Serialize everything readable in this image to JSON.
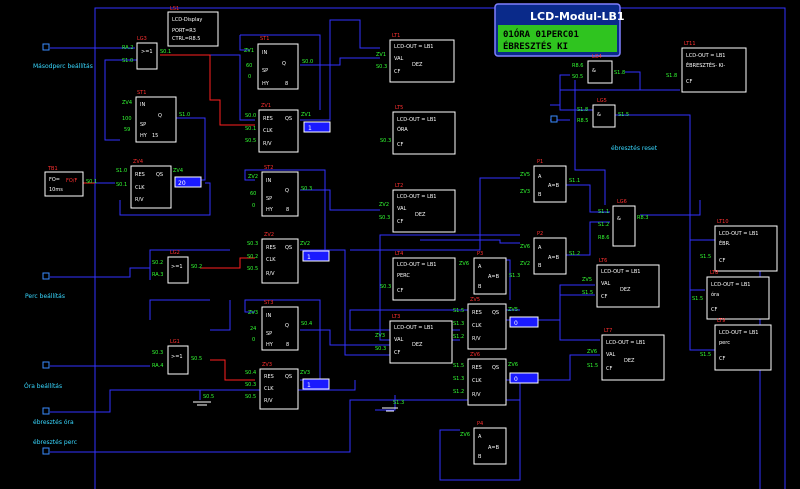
{
  "lcd_module": {
    "title": "LCD-Modul-LB1",
    "row1": "01ÓRA 01PERC01",
    "row2": "ÉBRESZTÉS KI"
  },
  "inputs": [
    {
      "id": "in-masodperc",
      "label": "Másodperc beállítás"
    },
    {
      "id": "in-perc",
      "label": "Perc beállítás"
    },
    {
      "id": "in-ora",
      "label": "Óra beállítás"
    },
    {
      "id": "in-ebr-ora",
      "label": "ébresztés óra"
    },
    {
      "id": "in-ebr-perc",
      "label": "ébresztés perc"
    },
    {
      "id": "in-ebr-reset",
      "label": "ébresztés reset"
    }
  ],
  "blocks": {
    "ls1": {
      "tag": "LS1",
      "line1": "LCD-Display",
      "line2": "PORT=R3",
      "line3": "CTRL=R8.5"
    },
    "tb1": {
      "tag": "TB1",
      "line1": "FO=",
      "line2": "10ms",
      "out": "S0.1",
      "pin": "FO/F"
    },
    "lg3": {
      "tag": "LG3",
      "op": ">=1",
      "in1": "RA.2",
      "in2": "S1.0",
      "out": "S0.1"
    },
    "lg2": {
      "tag": "LG2",
      "op": ">=1",
      "in1": "S0.2",
      "in2": "RA.3",
      "out": "S0.2"
    },
    "lg1": {
      "tag": "LG1",
      "op": ">=1",
      "in1": "S0.3",
      "in2": "RA.4",
      "out": "S0.5"
    },
    "lg4": {
      "tag": "LG4",
      "op": "&",
      "in1": "R8.6",
      "in2": "S0.5",
      "out": "S1.8"
    },
    "lg5": {
      "tag": "LG5",
      "op": "&",
      "in1": "S1.8",
      "in2": "R8.5",
      "out": "S1.5"
    },
    "lg6": {
      "tag": "LG6",
      "op": "&",
      "in1": "S1.1",
      "in2": "S1.2",
      "in3": "R8.6",
      "out": "R8.3"
    },
    "st1": {
      "tag": "ST1",
      "in": "IN",
      "q": "Q",
      "sp": "SP",
      "hy": "HY",
      "hyval": "15",
      "inp": "ZV4",
      "o": "S1.0",
      "v1": "100",
      "v2": "59"
    },
    "st2": {
      "tag": "ST1",
      "in": "IN",
      "q": "Q",
      "sp": "SP",
      "hy": "HY",
      "hyval": "8",
      "inp": "ZV1",
      "o": "S0.0",
      "v1": "60",
      "v2": "0"
    },
    "st3": {
      "tag": "ST2",
      "in": "IN",
      "q": "Q",
      "sp": "SP",
      "hy": "HY",
      "hyval": "8",
      "inp": "ZV2",
      "o": "S0.3",
      "v1": "60",
      "v2": "0"
    },
    "st4": {
      "tag": "ST3",
      "in": "IN",
      "q": "Q",
      "sp": "SP",
      "hy": "HY",
      "hyval": "8",
      "inp": "ZV3",
      "o": "S0.4",
      "v1": "24",
      "v2": "0"
    },
    "zv4": {
      "tag": "ZV4",
      "res": "RES",
      "qs": "QS",
      "clk": "CLK",
      "rv": "R/V",
      "r": "S1.0",
      "c": "S0.1",
      "o": "ZV4",
      "val": "20"
    },
    "zv1": {
      "tag": "ZV1",
      "res": "RES",
      "qs": "QS",
      "clk": "CLK",
      "rv": "R/V",
      "r": "S0.0",
      "c": "S0.1",
      "v": "S0.5",
      "o": "ZV1",
      "val": "1"
    },
    "zv2": {
      "tag": "ZV2",
      "res": "RES",
      "qs": "QS",
      "clk": "CLK",
      "rv": "R/V",
      "r": "S0.3",
      "c": "S0.2",
      "v": "S0.5",
      "o": "ZV2",
      "val": "1"
    },
    "zv3": {
      "tag": "ZV3",
      "res": "RES",
      "qs": "QS",
      "clk": "CLK",
      "rv": "R/V",
      "r": "S0.4",
      "c": "S0.3",
      "v": "S0.5",
      "o": "ZV3",
      "val": "1"
    },
    "zv5": {
      "tag": "ZV5",
      "res": "RES",
      "qs": "QS",
      "clk": "CLK",
      "rv": "R/V",
      "r": "S1.5",
      "c": "S1.3",
      "v": "S1.2",
      "o": "ZV5",
      "val": "0"
    },
    "zv6": {
      "tag": "ZV6",
      "res": "RES",
      "qs": "QS",
      "clk": "CLK",
      "rv": "R/V",
      "r": "S1.5",
      "c": "S1.3",
      "v": "S1.2",
      "o": "ZV6",
      "val": "0"
    },
    "p1": {
      "tag": "P1",
      "a": "A",
      "b": "B",
      "eq": "A=B",
      "ia": "ZV5",
      "ib": "ZV3",
      "o": "S1.1"
    },
    "p2": {
      "tag": "P2",
      "a": "A",
      "b": "B",
      "eq": "A=B",
      "ia": "ZV6",
      "ib": "ZV2",
      "o": "S1.2"
    },
    "p3": {
      "tag": "P3",
      "a": "A",
      "b": "B",
      "eq": "A=B",
      "ia": "ZV6",
      "o": "S1.3"
    },
    "p4": {
      "tag": "P4",
      "a": "A",
      "b": "B",
      "eq": "A=B",
      "ia": "ZV6"
    },
    "lt1": {
      "tag": "LT1",
      "head": "LCD-OUT = LB1",
      "val": "VAL",
      "cf": "CF",
      "mode": "DEZ",
      "i1": "ZV1",
      "i2": "S0.3"
    },
    "lt2": {
      "tag": "LT2",
      "head": "LCD-OUT = LB1",
      "val": "VAL",
      "cf": "CF",
      "mode": "DEZ",
      "i1": "ZV2",
      "i2": "S0.3"
    },
    "lt3": {
      "tag": "LT3",
      "head": "LCD-OUT = LB1",
      "val": "VAL",
      "cf": "CF",
      "mode": "DEZ",
      "i1": "ZV3",
      "i2": "S0.3"
    },
    "lt4": {
      "tag": "LT4",
      "head": "LCD-OUT = LB1",
      "text": "PERC",
      "cf": "CF",
      "i2": "S0.3"
    },
    "lt5": {
      "tag": "LT5",
      "head": "LCD-OUT = LB1",
      "text": "ÓRA",
      "cf": "CF",
      "i2": "S0.3"
    },
    "lt6": {
      "tag": "LT6",
      "head": "LCD-OUT = LB1",
      "val": "VAL",
      "cf": "CF",
      "mode": "DEZ",
      "i1": "ZV5",
      "i2": "S1.5"
    },
    "lt7": {
      "tag": "LT7",
      "head": "LCD-OUT = LB1",
      "val": "VAL",
      "cf": "CF",
      "mode": "DEZ",
      "i1": "ZV6",
      "i2": "S1.5"
    },
    "lt8": {
      "tag": "LT8",
      "head": "LCD-OUT = LB1",
      "text": "óra",
      "cf": "CF",
      "i2": "S1.5"
    },
    "lt9": {
      "tag": "LT9",
      "head": "LCD-OUT = LB1",
      "text": "perc",
      "cf": "CF",
      "i2": "S1.5"
    },
    "lt10": {
      "tag": "LT10",
      "head": "LCD-OUT = LB1",
      "text": "ÉBR.",
      "cf": "CF",
      "i2": "S1.5"
    },
    "lt11": {
      "tag": "LT11",
      "head": "LCD-OUT = LB1",
      "text": "ÉBRESZTÉS- KI-",
      "cf": "CF",
      "i2": "S1.8"
    }
  },
  "misc": {
    "s05": "S0.5",
    "s13": "S1.3"
  }
}
